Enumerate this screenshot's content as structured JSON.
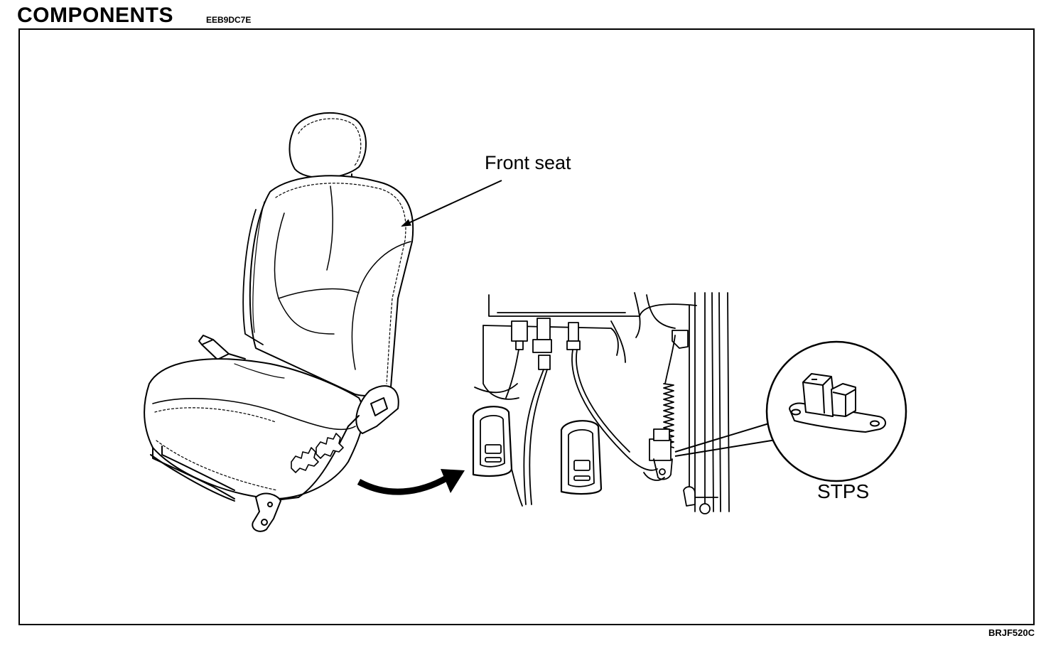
{
  "header": {
    "title": "COMPONENTS",
    "code": "EEB9DC7E"
  },
  "figure": {
    "labels": {
      "front_seat": "Front seat",
      "stps": "STPS"
    },
    "figure_code": "BRJF520C"
  },
  "colors": {
    "line": "#000000",
    "background": "#ffffff"
  }
}
